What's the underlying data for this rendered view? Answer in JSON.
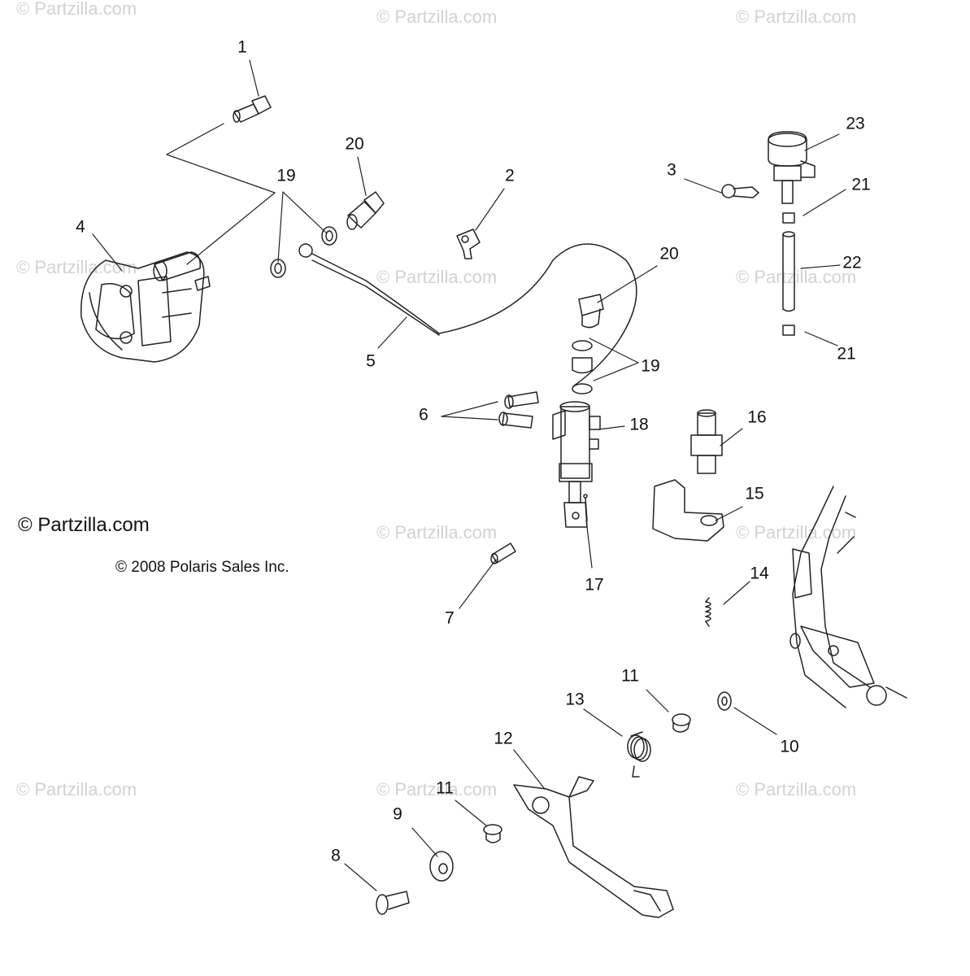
{
  "watermark_text": "© Partzilla.com",
  "brand_text": "© Partzilla.com",
  "copyright_text": "© 2008 Polaris Sales Inc.",
  "parts": [
    {
      "id": "bolt-1",
      "callout": "1"
    },
    {
      "id": "bracket-2",
      "callout": "2"
    },
    {
      "id": "screw-3",
      "callout": "3"
    },
    {
      "id": "caliper-4",
      "callout": "4"
    },
    {
      "id": "brake-line-5",
      "callout": "5"
    },
    {
      "id": "bolts-6",
      "callout": "6"
    },
    {
      "id": "pin-7",
      "callout": "7"
    },
    {
      "id": "pivot-bolt-8",
      "callout": "8"
    },
    {
      "id": "washer-9",
      "callout": "9"
    },
    {
      "id": "washer-10",
      "callout": "10"
    },
    {
      "id": "bushing-11a",
      "callout": "11"
    },
    {
      "id": "bushing-11b",
      "callout": "11"
    },
    {
      "id": "brake-pedal-12",
      "callout": "12"
    },
    {
      "id": "spring-13",
      "callout": "13"
    },
    {
      "id": "spring-14",
      "callout": "14"
    },
    {
      "id": "bracket-15",
      "callout": "15"
    },
    {
      "id": "switch-16",
      "callout": "16"
    },
    {
      "id": "cotter-pin-17",
      "callout": "17"
    },
    {
      "id": "master-cylinder-18",
      "callout": "18"
    },
    {
      "id": "washer-19a",
      "callout": "19"
    },
    {
      "id": "washer-19b",
      "callout": "19"
    },
    {
      "id": "banjo-bolt-20a",
      "callout": "20"
    },
    {
      "id": "banjo-bolt-20b",
      "callout": "20"
    },
    {
      "id": "clamp-21a",
      "callout": "21"
    },
    {
      "id": "clamp-21b",
      "callout": "21"
    },
    {
      "id": "hose-22",
      "callout": "22"
    },
    {
      "id": "reservoir-23",
      "callout": "23"
    }
  ]
}
